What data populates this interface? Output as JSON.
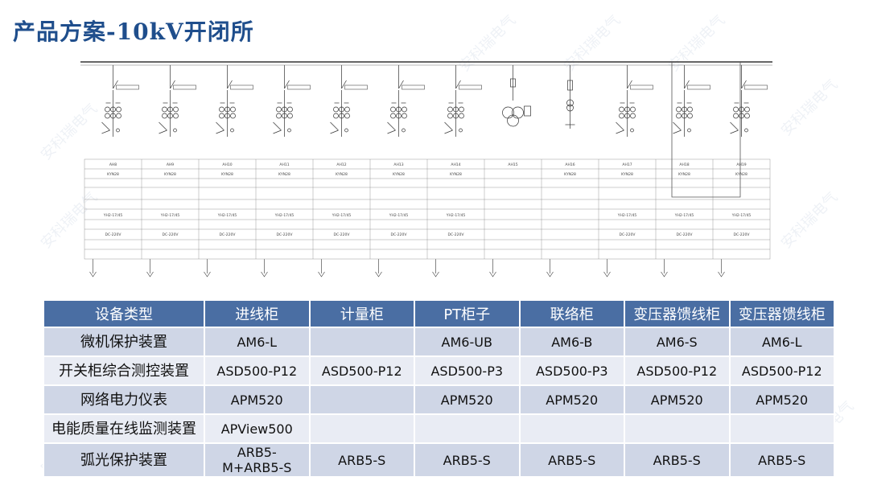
{
  "title": "产品方案-10kV开闭所",
  "watermark": "安科瑞电气",
  "colors": {
    "title": "#1f4e8c",
    "header_bg": "#4a6ea3",
    "row_odd": "#cfd6e6",
    "row_even": "#e9ecf4"
  },
  "diagram": {
    "cabinets": [
      {
        "no": "AH8",
        "model": "KYN28"
      },
      {
        "no": "AH9",
        "model": "KYN28"
      },
      {
        "no": "AH10",
        "model": "KYN28"
      },
      {
        "no": "AH11",
        "model": "KYN28"
      },
      {
        "no": "AH12",
        "model": "KYN28"
      },
      {
        "no": "AH13",
        "model": "KYN28"
      },
      {
        "no": "AH14",
        "model": "KYN28"
      },
      {
        "no": "AH15",
        "model": ""
      },
      {
        "no": "AH16",
        "model": "KYN28"
      },
      {
        "no": "AH17",
        "model": "KYN28"
      },
      {
        "no": "AH18",
        "model": "KYN28"
      },
      {
        "no": "AH19",
        "model": "KYN28"
      }
    ],
    "relay_model": "YH2-17/45",
    "control_voltage": "DC-220V"
  },
  "table": {
    "headers": [
      "设备类型",
      "进线柜",
      "计量柜",
      "PT柜子",
      "联络柜",
      "变压器馈线柜",
      "变压器馈线柜"
    ],
    "rows": [
      [
        "微机保护装置",
        "AM6-L",
        "",
        "AM6-UB",
        "AM6-B",
        "AM6-S",
        "AM6-L"
      ],
      [
        "开关柜综合测控装置",
        "ASD500-P12",
        "ASD500-P12",
        "ASD500-P3",
        "ASD500-P3",
        "ASD500-P12",
        "ASD500-P12"
      ],
      [
        "网络电力仪表",
        "APM520",
        "",
        "APM520",
        "APM520",
        "APM520",
        "APM520"
      ],
      [
        "电能质量在线监测装置",
        "APView500",
        "",
        "",
        "",
        "",
        ""
      ],
      [
        "弧光保护装置",
        "ARB5-M+ARB5-S",
        "ARB5-S",
        "ARB5-S",
        "ARB5-S",
        "ARB5-S",
        "ARB5-S"
      ]
    ]
  }
}
